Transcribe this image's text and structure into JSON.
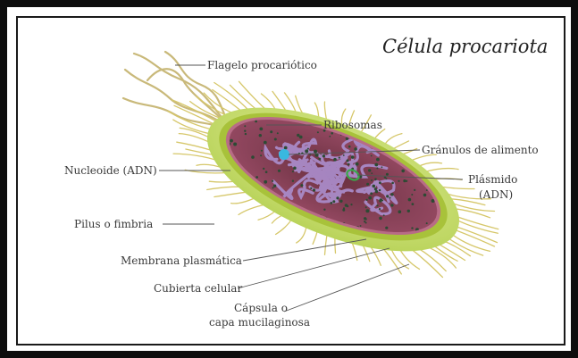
{
  "title": "Célula procariota",
  "labels": {
    "flagelo": "Flagelo procariótico",
    "ribosomas": "Ribosomas",
    "granulos": "Gránulos de alimento",
    "nucleoide": "Nucleoide (ADN)",
    "plasmido_1": "Plásmido",
    "plasmido_2": "(ADN)",
    "pilus": "Pilus o fimbria",
    "membrana": "Membrana plasmática",
    "cubierta": "Cubierta celular",
    "capsula_1": "Cápsula o",
    "capsula_2": "capa mucilaginosa"
  },
  "colors": {
    "capsule": "#c9dd7a",
    "wall": "#a8c23a",
    "membrane": "#b86c86",
    "cytoplasm": "#7a3a4a",
    "nucleoid": "#a98bc8",
    "ribosome": "#2d4a34",
    "granule": "#38b8e0",
    "plasmid": "#3aa84a",
    "flagellum": "#c9b97a",
    "pili": "#d6c76a"
  }
}
